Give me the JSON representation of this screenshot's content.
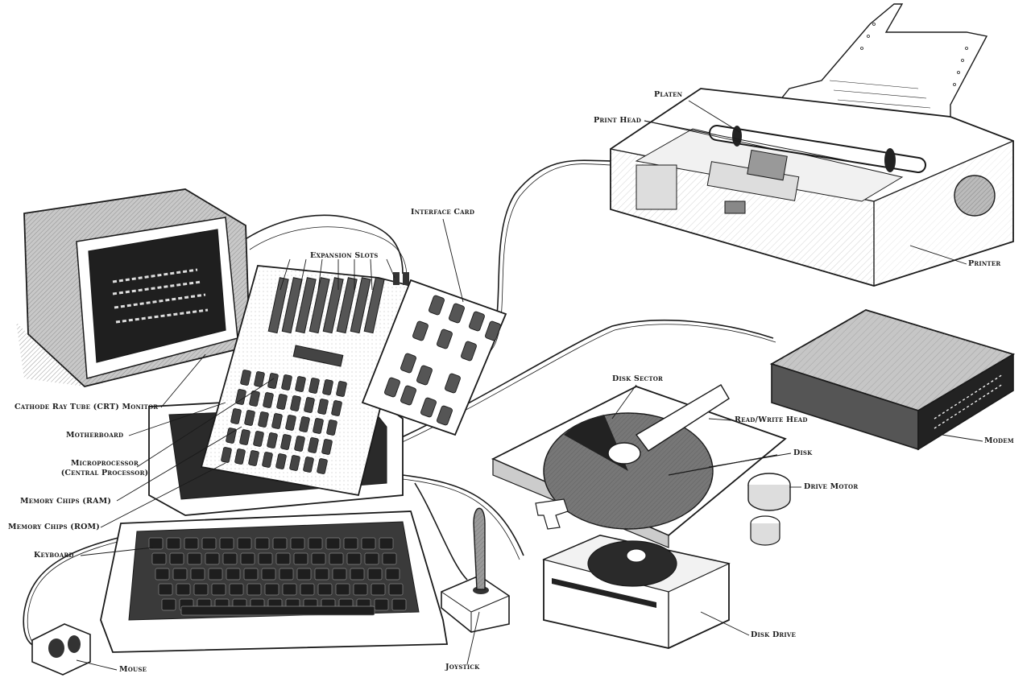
{
  "labels": {
    "platen": "Platen",
    "print_head": "Print Head",
    "printer": "Printer",
    "interface_card": "Interface Card",
    "expansion_slots": "Expansion Slots",
    "crt_monitor": "Cathode Ray Tube (CRT) Monitor",
    "motherboard": "Motherboard",
    "microprocessor_line1": "Microprocessor",
    "microprocessor_line2": "(Central Processor)",
    "memory_ram": "Memory Chips (RAM)",
    "memory_rom": "Memory Chips (ROM)",
    "keyboard": "Keyboard",
    "mouse": "Mouse",
    "joystick": "Joystick",
    "disk_sector": "Disk Sector",
    "read_write_head": "Read/Write Head",
    "disk": "Disk",
    "drive_motor": "Drive Motor",
    "modem": "Modem",
    "disk_drive": "Disk Drive"
  },
  "colors": {
    "ink": "#1a1a1a",
    "paper": "#ffffff",
    "shade": "#bdbdbd",
    "dark": "#3a3a3a"
  }
}
